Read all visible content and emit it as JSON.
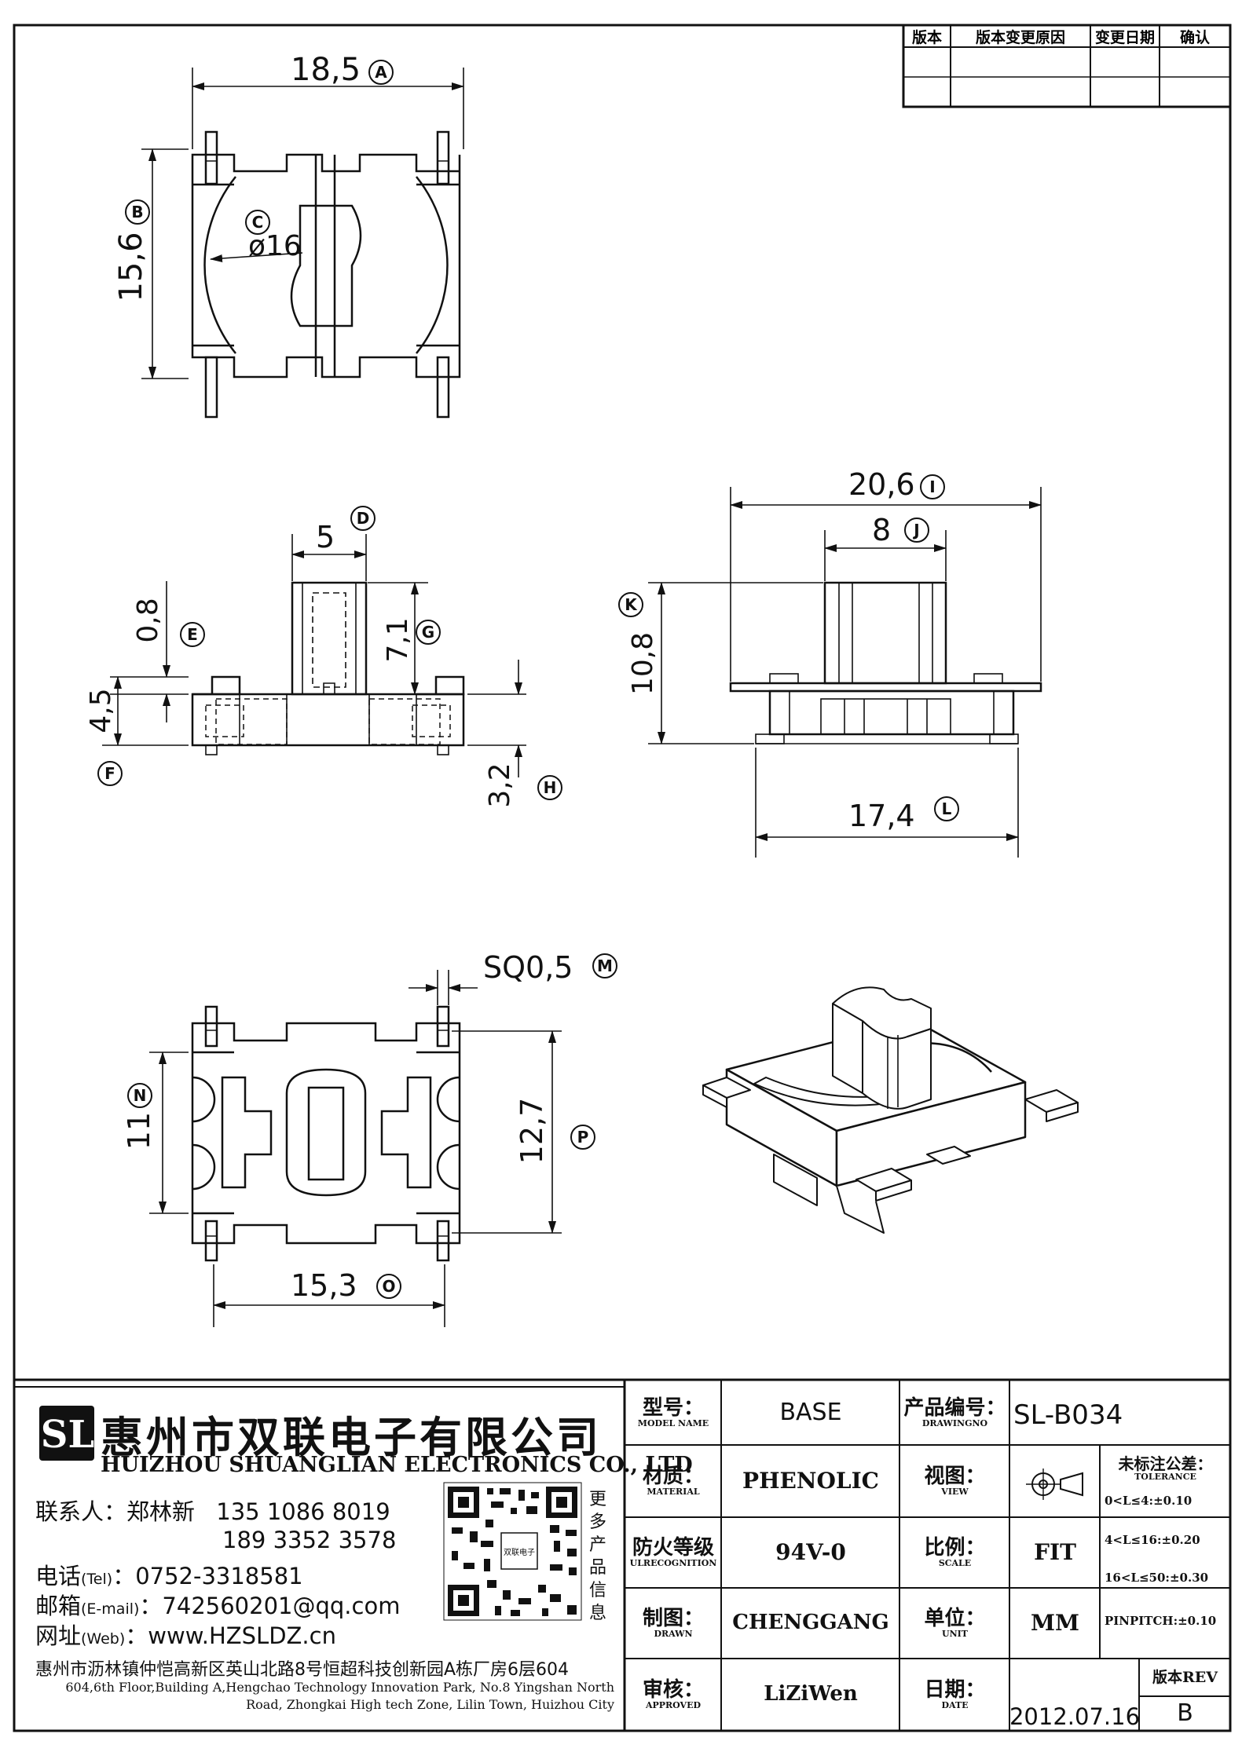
{
  "revision_table": {
    "headers": [
      "版本",
      "版本变更原因",
      "变更日期",
      "确认"
    ]
  },
  "dimensions": {
    "A": {
      "value": "18,5",
      "letter": "A"
    },
    "B": {
      "value": "15,6",
      "letter": "B"
    },
    "C": {
      "value": "ø16",
      "letter": "C"
    },
    "D": {
      "value": "5",
      "letter": "D"
    },
    "E": {
      "value": "0,8",
      "letter": "E"
    },
    "F": {
      "value": "4,5",
      "letter": "F"
    },
    "G": {
      "value": "7,1",
      "letter": "G"
    },
    "H": {
      "value": "3,2",
      "letter": "H"
    },
    "I": {
      "value": "20,6",
      "letter": "I"
    },
    "J": {
      "value": "8",
      "letter": "J"
    },
    "K": {
      "value": "10,8",
      "letter": "K"
    },
    "L": {
      "value": "17,4",
      "letter": "L"
    },
    "M": {
      "value": "SQ0,5",
      "letter": "M"
    },
    "N": {
      "value": "11",
      "letter": "N"
    },
    "O": {
      "value": "15,3",
      "letter": "O"
    },
    "P": {
      "value": "12,7",
      "letter": "P"
    }
  },
  "company": {
    "logo_text": "SL",
    "name_cn": "惠州市双联电子有限公司",
    "name_en": "HUIZHOU SHUANGLIAN ELECTRONICS CO., LTD",
    "contact_label": "联系人：",
    "contact_name": "郑林新",
    "phone1": "135 1086 8019",
    "phone2": "189 3352 3578",
    "tel_label": "电话",
    "tel_en": "(Tel)",
    "tel_value": "：0752-3318581",
    "email_label": "邮箱",
    "email_en": "(E-mail)",
    "email_value": "：742560201@qq.com",
    "web_label": "网址",
    "web_en": "(Web)",
    "web_value": "：www.HZSLDZ.cn",
    "more_info": "更多产品信息",
    "qr_center": "双联电子",
    "address_cn": "惠州市沥林镇仲恺高新区英山北路8号恒超科技创新园A栋厂房6层604",
    "address_en_line1": "604,6th Floor,Building A,Hengchao Technology Innovation Park, No.8 Yingshan North",
    "address_en_line2": "Road, Zhongkai High tech Zone, Lilin Town, Huizhou City"
  },
  "title_block": {
    "model_cn": "型号：",
    "model_en": "MODEL NAME",
    "model_value": "BASE",
    "drawingno_cn": "产品编号：",
    "drawingno_en": "DRAWINGNO",
    "drawingno_value": "SL-B034",
    "material_cn": "材质：",
    "material_en": "MATERIAL",
    "material_value": "PHENOLIC",
    "view_cn": "视图：",
    "view_en": "VIEW",
    "tolerance_cn": "未标注公差：",
    "tolerance_en": "TOLERANCE",
    "ul_cn": "防火等级",
    "ul_en": "ULRECOGNITION",
    "ul_value": "94V-0",
    "scale_cn": "比例：",
    "scale_en": "SCALE",
    "scale_value": "FIT",
    "drawn_cn": "制图：",
    "drawn_en": "DRAWN",
    "drawn_value": "CHENGGANG",
    "unit_cn": "单位：",
    "unit_en": "UNIT",
    "unit_value": "MM",
    "approved_cn": "审核：",
    "approved_en": "APPROVED",
    "approved_value": "LiZiWen",
    "date_cn": "日期：",
    "date_en": "DATE",
    "date_value": "2012.07.16",
    "rev_label": "版本REV",
    "rev_value": "B",
    "tolerances": [
      "0<L≤4:±0.10",
      "4<L≤16:±0.20",
      "16<L≤50:±0.30",
      "PINPITCH:±0.10"
    ]
  }
}
